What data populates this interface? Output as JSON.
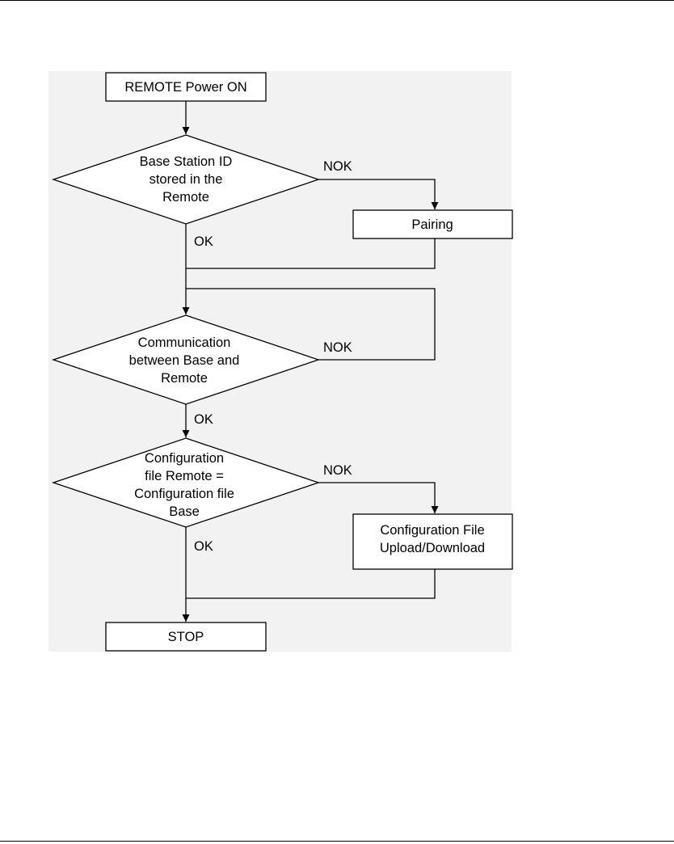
{
  "nodes": {
    "start": "REMOTE Power ON",
    "decision_id": [
      "Base Station ID",
      "stored in the",
      "Remote"
    ],
    "pairing": "Pairing",
    "decision_comm": [
      "Communication",
      "between Base and",
      "Remote"
    ],
    "decision_config": [
      "Configuration",
      "file Remote =",
      "Configuration file",
      "Base"
    ],
    "upload": [
      "Configuration File",
      "Upload/Download"
    ],
    "stop": "STOP"
  },
  "edge_labels": {
    "id_nok": "NOK",
    "id_ok": "OK",
    "comm_nok": "NOK",
    "comm_ok": "OK",
    "config_nok": "NOK",
    "config_ok": "OK"
  }
}
